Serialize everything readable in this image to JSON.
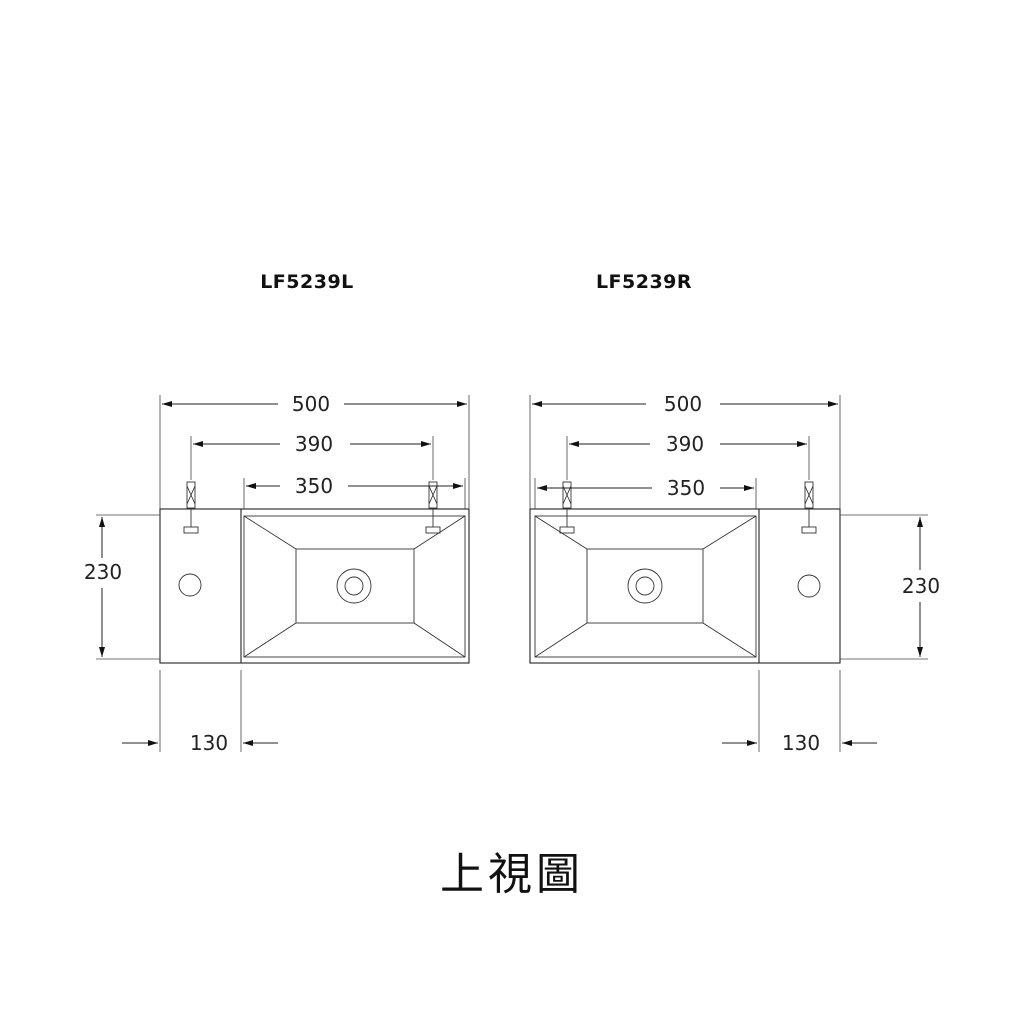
{
  "caption": "上視圖",
  "views": [
    {
      "model": "LF5239L",
      "dims": {
        "overall_width": "500",
        "faucet_spacing": "390",
        "bowl_width": "350",
        "depth": "230",
        "deck_width": "130"
      }
    },
    {
      "model": "LF5239R",
      "dims": {
        "overall_width": "500",
        "faucet_spacing": "390",
        "bowl_width": "350",
        "depth": "230",
        "deck_width": "130"
      }
    }
  ]
}
